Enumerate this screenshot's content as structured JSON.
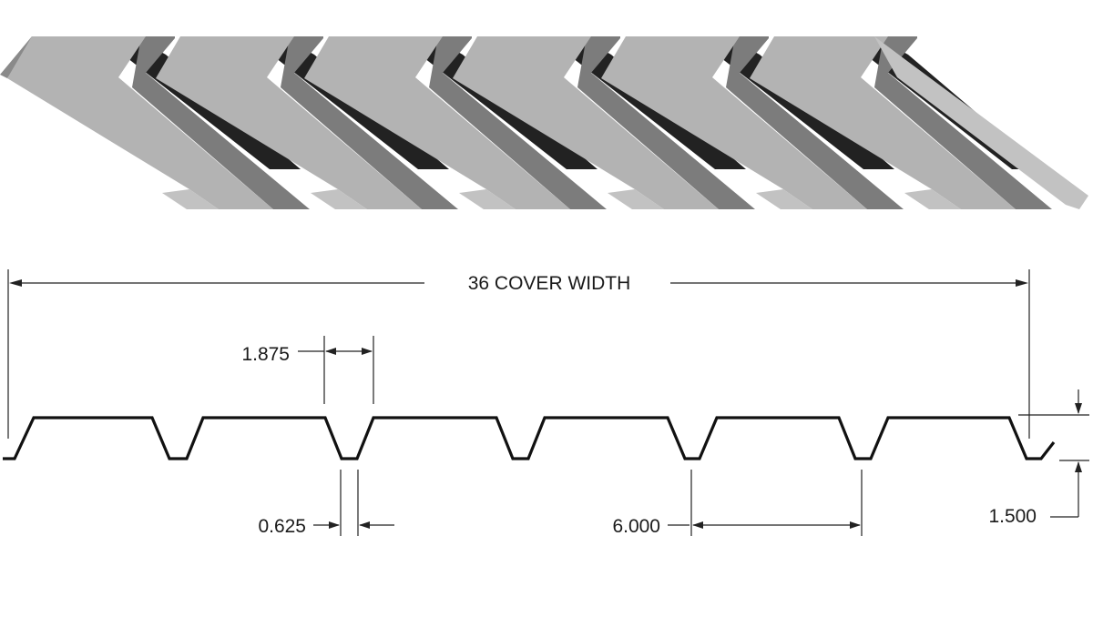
{
  "diagram": {
    "labels": {
      "cover_width": "36 COVER WIDTH",
      "rib_top": "1.875",
      "rib_bottom": "0.625",
      "rib_spacing": "6.000",
      "rib_height": "1.500"
    },
    "colors": {
      "panel_top": "#b3b3b3",
      "panel_top_light": "#c2c2c2",
      "panel_edge": "#8a8a8a",
      "panel_shadow": "#7c7c7c",
      "panel_dark": "#222222",
      "line": "#111111"
    }
  }
}
